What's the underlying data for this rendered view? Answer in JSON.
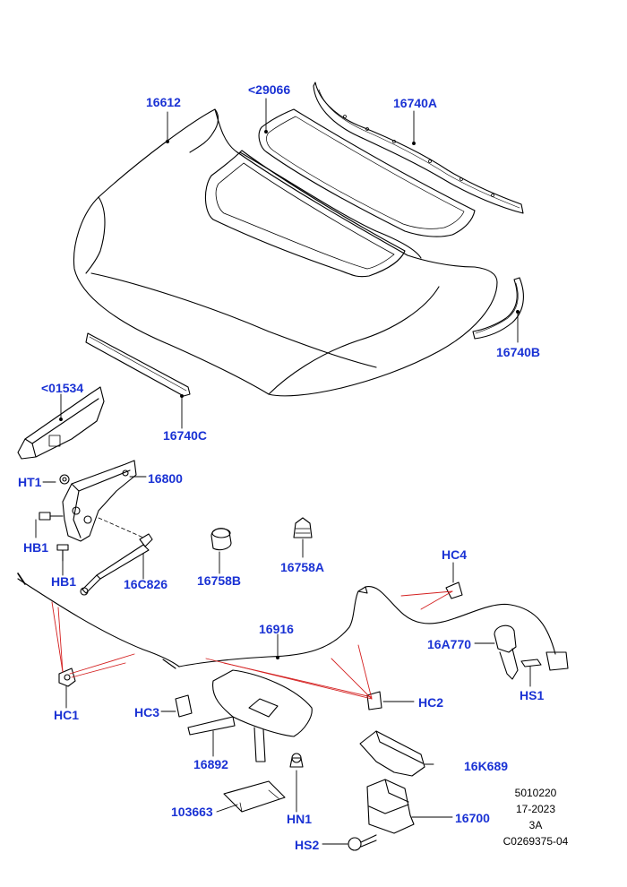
{
  "colors": {
    "callout": "#1a32d4",
    "line": "#000000",
    "leader": "#d42020",
    "background": "#ffffff"
  },
  "callouts": {
    "c16612": "16612",
    "c29066": "<29066",
    "c16740A": "16740A",
    "c16740B": "16740B",
    "c01534": "<01534",
    "c16740C": "16740C",
    "cHT1": "HT1",
    "c16800": "16800",
    "cHB1a": "HB1",
    "cHB1b": "HB1",
    "c16C826": "16C826",
    "c16758B": "16758B",
    "c16758A": "16758A",
    "cHC4": "HC4",
    "c16916": "16916",
    "c16A770": "16A770",
    "cHC1": "HC1",
    "cHC3": "HC3",
    "cHC2": "HC2",
    "cHS1": "HS1",
    "c16892": "16892",
    "c16K689": "16K689",
    "c103663": "103663",
    "cHN1": "HN1",
    "c16700": "16700",
    "cHS2": "HS2"
  },
  "reference": {
    "line1": "5010220",
    "line2": "17-2023",
    "line3": "3A",
    "line4": "C0269375-04"
  }
}
